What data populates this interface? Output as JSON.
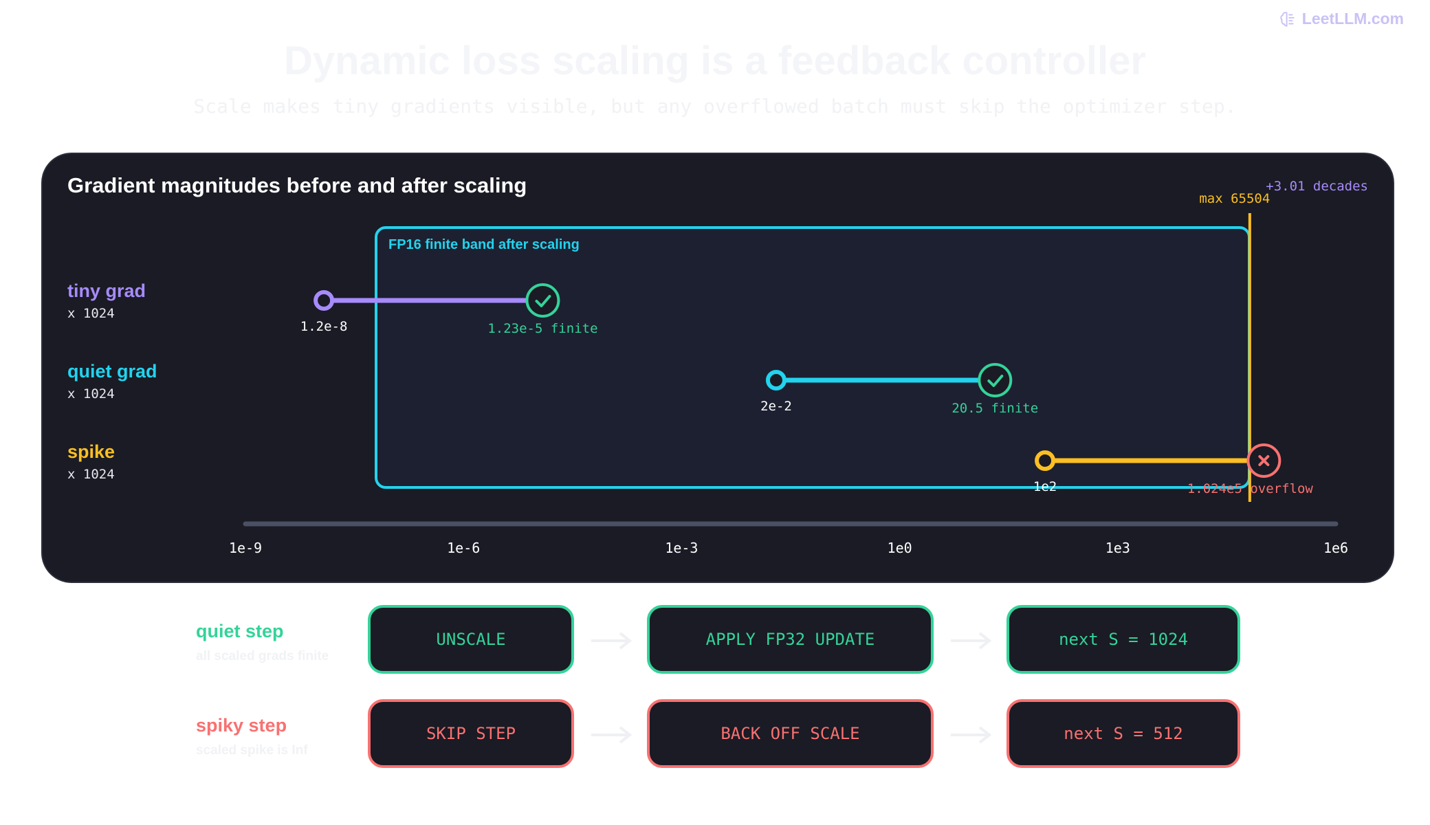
{
  "brand": "LeetLLM.com",
  "title": "Dynamic loss scaling is a feedback controller",
  "subtitle": "Scale makes tiny gradients visible, but any overflowed batch must skip the optimizer step.",
  "panel": {
    "title": "Gradient magnitudes before and after scaling",
    "band_label": "FP16 finite band after scaling",
    "max_label": "max 65504",
    "decades_label": "+3.01 decades"
  },
  "colors": {
    "tiny": "#a78bfa",
    "quiet": "#22d3ee",
    "spike": "#fbbf24",
    "finite": "#34d399",
    "overflow": "#f87171",
    "band": "#22d3ee",
    "max_line": "#fbbf24"
  },
  "rows": [
    {
      "name": "tiny grad",
      "multiplier": "x 1024",
      "from_label": "1.2e-8",
      "to_label": "1.23e-5 finite",
      "status": "finite"
    },
    {
      "name": "quiet grad",
      "multiplier": "x 1024",
      "from_label": "2e-2",
      "to_label": "20.5 finite",
      "status": "finite"
    },
    {
      "name": "spike",
      "multiplier": "x 1024",
      "from_label": "1e2",
      "to_label": "1.024e5 overflow",
      "status": "overflow"
    }
  ],
  "chart_data": {
    "type": "range",
    "x_scale": "log10",
    "xlim": [
      1e-09,
      1000000.0
    ],
    "x_ticks": [
      "1e-9",
      "1e-6",
      "1e-3",
      "1e0",
      "1e3",
      "1e6"
    ],
    "scale_factor": 1024,
    "fp16_max": 65504,
    "finite_band": [
      6e-08,
      65504
    ],
    "series": [
      {
        "name": "tiny grad",
        "from": 1.2e-08,
        "to": 1.23e-05
      },
      {
        "name": "quiet grad",
        "from": 0.02,
        "to": 20.5
      },
      {
        "name": "spike",
        "from": 100,
        "to": 102400
      }
    ]
  },
  "steps": [
    {
      "name": "quiet step",
      "sub": "all scaled grads finite",
      "kind": "ok",
      "boxes": [
        "UNSCALE",
        "APPLY FP32 UPDATE",
        "next S = 1024"
      ]
    },
    {
      "name": "spiky step",
      "sub": "scaled spike is Inf",
      "kind": "bad",
      "boxes": [
        "SKIP STEP",
        "BACK OFF SCALE",
        "next S = 512"
      ]
    }
  ]
}
